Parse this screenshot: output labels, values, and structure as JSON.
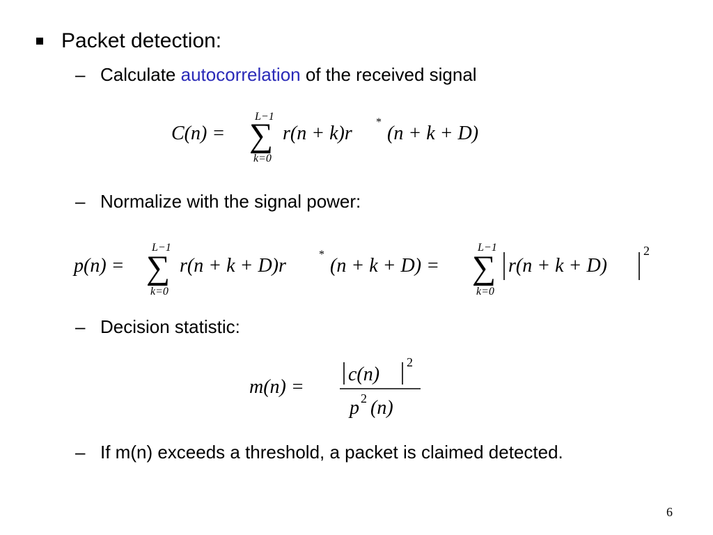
{
  "slide": {
    "heading": "Packet detection:",
    "items": [
      {
        "dash": "–",
        "text_before": "Calculate ",
        "highlight": "autocorrelation",
        "text_after": " of the received signal"
      },
      {
        "dash": "–",
        "text": "Normalize with the signal power:"
      },
      {
        "dash": "–",
        "text": "Decision statistic:"
      },
      {
        "dash": "–",
        "text": "If m(n) exceeds a threshold, a packet is claimed detected."
      }
    ],
    "page_number": "6",
    "accent_color": "#2a2ab8"
  },
  "equations": {
    "c_n": {
      "lhs": "C(n) =",
      "sum_upper": "L−1",
      "sum_lower": "k=0",
      "body": "r(n + k)r",
      "star": "*",
      "body2": "(n + k + D)"
    },
    "p_n": {
      "lhs": "p(n) =",
      "sum_upper": "L−1",
      "sum_lower": "k=0",
      "body": "r(n + k + D)r",
      "star": "*",
      "body2": "(n + k + D) =",
      "sum2_upper": "L−1",
      "sum2_lower": "k=0",
      "body3": "r(n + k + D)",
      "exp": "2"
    },
    "m_n": {
      "lhs": "m(n) =",
      "numerator": "c(n)",
      "num_exp": "2",
      "den_base": "p",
      "den_exp": "2",
      "den_arg": "(n)"
    }
  }
}
